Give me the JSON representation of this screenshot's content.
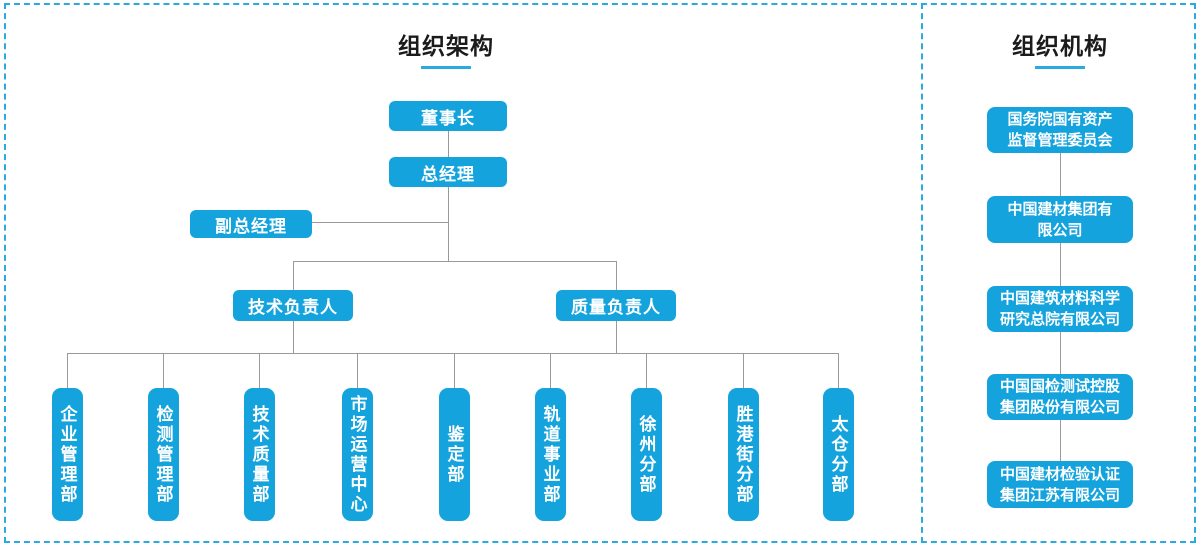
{
  "colors": {
    "accent": "#29abe2",
    "node_fill": "#14a3dd",
    "connector": "#9a9a9a",
    "title_text": "#1b1b1b"
  },
  "org_chart": {
    "title": "组织架构",
    "nodes": {
      "chairman": "董事长",
      "general_manager": "总经理",
      "deputy_general_manager": "副总经理",
      "technical_lead": "技术负责人",
      "quality_lead": "质量负责人"
    },
    "departments": [
      "企业管理部",
      "检测管理部",
      "技术质量部",
      "市场运营中心",
      "鉴定部",
      "轨道事业部",
      "徐州分部",
      "胜港街分部",
      "太仓分部"
    ]
  },
  "org_institutions": {
    "title": "组织机构",
    "chain": [
      "国务院国有资产\n监督管理委员会",
      "中国建材集团有\n限公司",
      "中国建筑材料科学\n研究总院有限公司",
      "中国国检测试控股\n集团股份有限公司",
      "中国建材检验认证\n集团江苏有限公司"
    ]
  }
}
